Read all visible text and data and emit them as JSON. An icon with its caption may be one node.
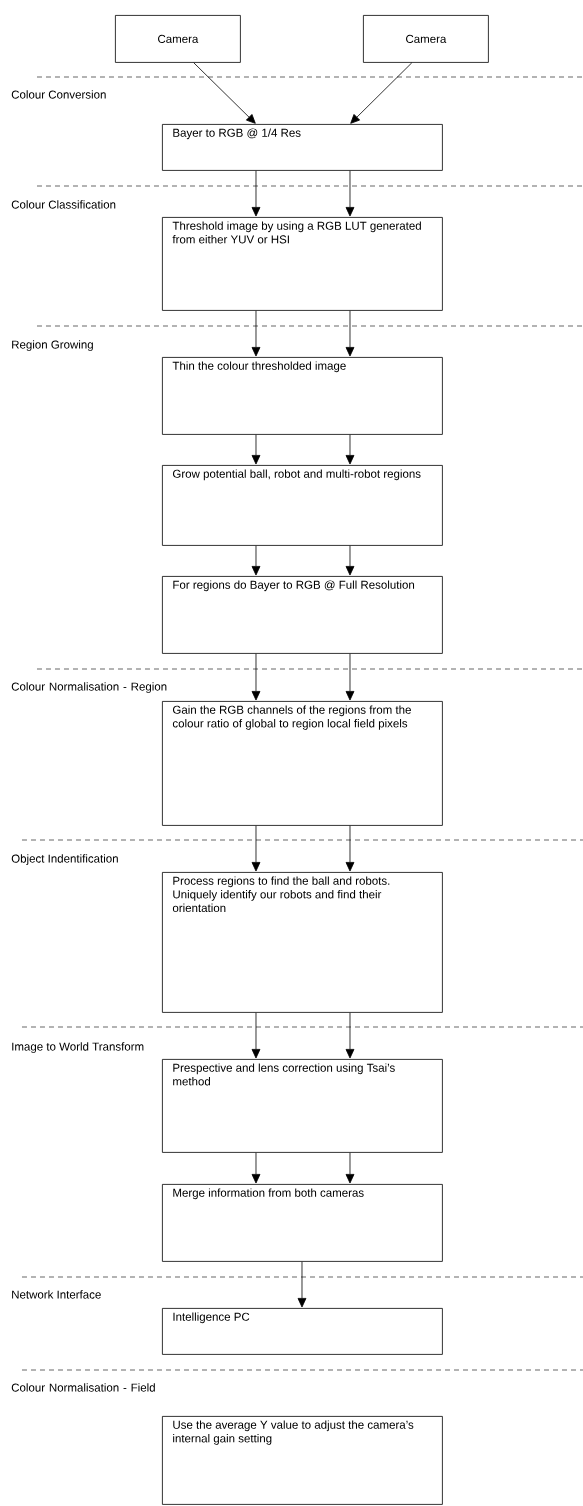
{
  "diagram": {
    "nodes": [
      {
        "text": [
          "Camera"
        ]
      },
      {
        "text": [
          "Camera"
        ]
      },
      {
        "text": [
          "Bayer to RGB @ 1/4 Res"
        ]
      },
      {
        "text": [
          "Threshold image by using a RGB LUT generated from either YUV or HSI"
        ]
      },
      {
        "text": [
          "Thin the colour thresholded image"
        ]
      },
      {
        "text": [
          "Grow potential ball, robot and multi-robot regions"
        ]
      },
      {
        "text": [
          "For regions do Bayer to RGB @ Full Resolution"
        ]
      },
      {
        "text": [
          "Gain the RGB channels of the regions from the colour ratio of global to region local field pixels"
        ]
      },
      {
        "text": [
          "Process regions to find the ball and robots. Uniquely identify our robots and find their orientation"
        ]
      },
      {
        "text": [
          "Prespective and lens correction using Tsai’s method"
        ]
      },
      {
        "text": [
          "Merge information from both cameras"
        ]
      },
      {
        "text": [
          "Intelligence PC"
        ]
      },
      {
        "text": [
          "Use the average Y value to adjust the camera’s internal gain setting"
        ]
      }
    ],
    "edges": [
      {
        "from": 0,
        "to": 2,
        "arrow": "to"
      },
      {
        "from": 1,
        "to": 2,
        "arrow": "to"
      },
      {
        "from": 2,
        "to": 3,
        "arrow": "to"
      },
      {
        "from": 2,
        "to": 3,
        "arrow": "to"
      },
      {
        "from": 3,
        "to": 4,
        "arrow": "to"
      },
      {
        "from": 3,
        "to": 4,
        "arrow": "to"
      },
      {
        "from": 4,
        "to": 5,
        "arrow": "to"
      },
      {
        "from": 4,
        "to": 5,
        "arrow": "to"
      },
      {
        "from": 5,
        "to": 6,
        "arrow": "to"
      },
      {
        "from": 5,
        "to": 6,
        "arrow": "to"
      },
      {
        "from": 6,
        "to": 7,
        "arrow": "to"
      },
      {
        "from": 6,
        "to": 7,
        "arrow": "to"
      },
      {
        "from": 7,
        "to": 8,
        "arrow": "to"
      },
      {
        "from": 7,
        "to": 8,
        "arrow": "to"
      },
      {
        "from": 8,
        "to": 9,
        "arrow": "to"
      },
      {
        "from": 8,
        "to": 9,
        "arrow": "to"
      },
      {
        "from": 9,
        "to": 10,
        "arrow": "to"
      },
      {
        "from": 9,
        "to": 10,
        "arrow": "to"
      },
      {
        "from": 10,
        "to": 11,
        "arrow": "to"
      }
    ],
    "labels": [
      "Colour Conversion",
      "Colour Classification",
      "Region Growing",
      "Colour Normalisation - Region",
      "Object Indentification",
      "Image to World Transform",
      "Network Interface",
      "Colour Normalisation - Field"
    ]
  }
}
